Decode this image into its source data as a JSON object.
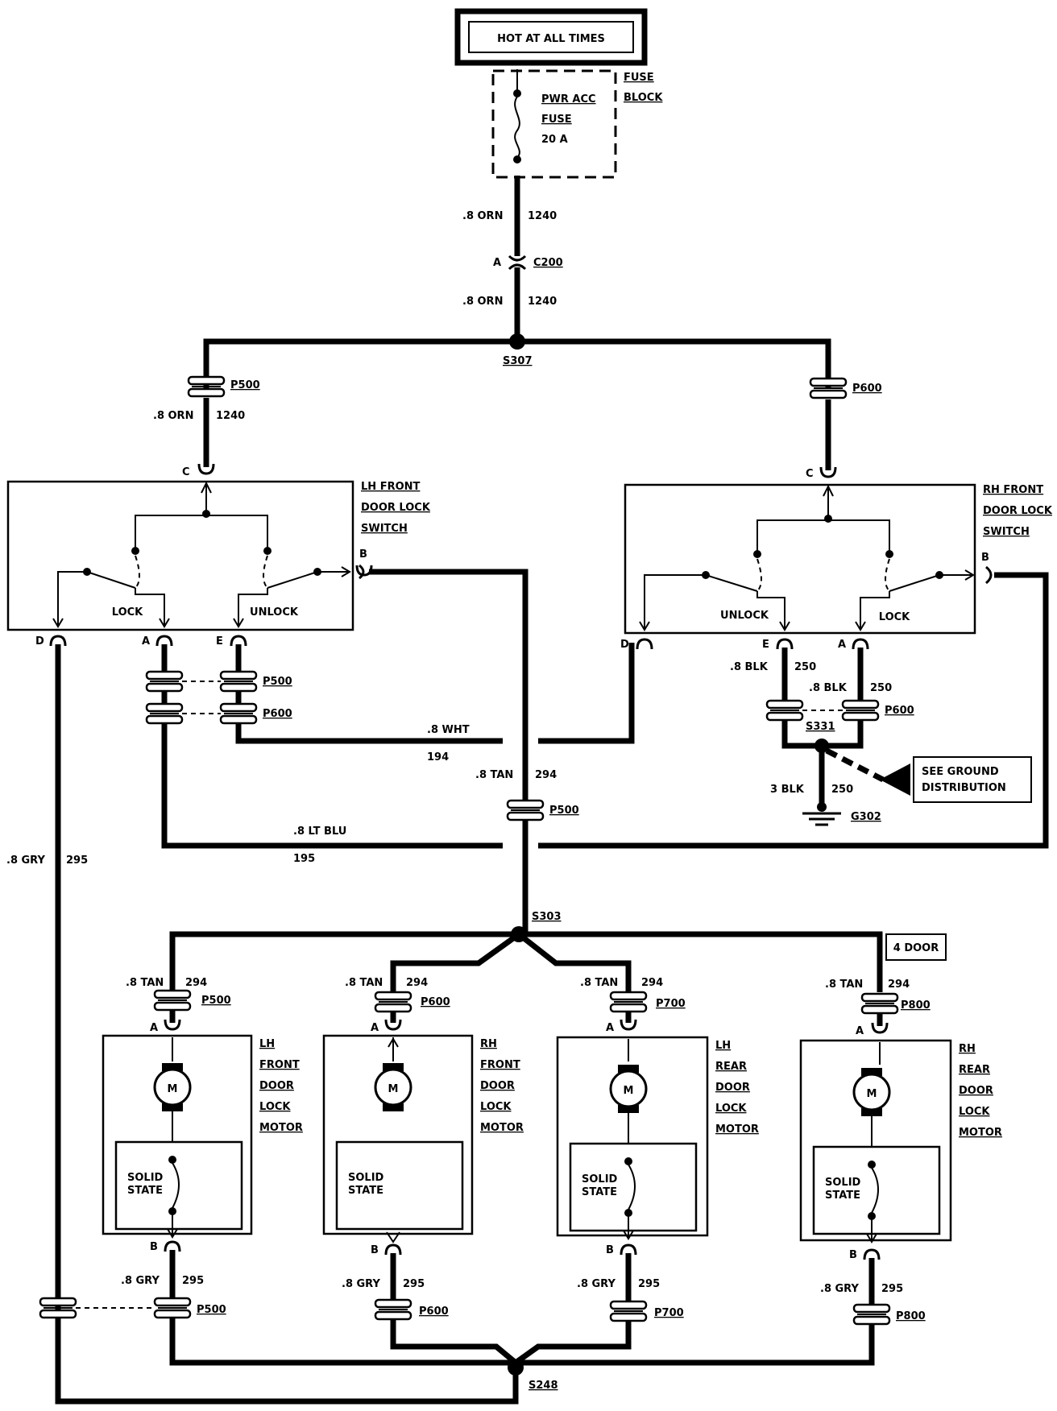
{
  "header": {
    "title": "HOT AT ALL TIMES"
  },
  "fuse_block": {
    "line1": "PWR ACC",
    "line2": "FUSE",
    "line3": "20 A",
    "block1": "FUSE",
    "block2": "BLOCK"
  },
  "wires": {
    "orn_gauge": ".8 ORN",
    "orn_circuit": "1240",
    "wht_gauge": ".8 WHT",
    "wht_circuit": "194",
    "tan_gauge": ".8 TAN",
    "tan_circuit": "294",
    "ltblu_gauge": ".8 LT BLU",
    "ltblu_circuit": "195",
    "gry_gauge": ".8 GRY",
    "gry_circuit": "295",
    "blk_gauge": ".8 BLK",
    "blk_circuit": "250",
    "blk3_gauge": "3 BLK",
    "blk3_circuit": "250"
  },
  "connectors": {
    "c200": "C200",
    "p500": "P500",
    "p600": "P600",
    "p700": "P700",
    "p800": "P800",
    "pin_a": "A",
    "pin_b": "B",
    "pin_c": "C",
    "pin_d": "D",
    "pin_e": "E"
  },
  "splices": {
    "s307": "S307",
    "s303": "S303",
    "s331": "S331",
    "s248": "S248"
  },
  "ground": {
    "g302": "G302",
    "see1": "SEE GROUND",
    "see2": "DISTRIBUTION"
  },
  "lh_switch": {
    "line1": "LH FRONT",
    "line2": "DOOR LOCK",
    "line3": "SWITCH",
    "lock": "LOCK",
    "unlock": "UNLOCK"
  },
  "rh_switch": {
    "line1": "RH FRONT",
    "line2": "DOOR LOCK",
    "line3": "SWITCH",
    "lock": "LOCK",
    "unlock": "UNLOCK"
  },
  "four_door": "4 DOOR",
  "motors": [
    {
      "l1": "LH",
      "l2": "FRONT",
      "l3": "DOOR",
      "l4": "LOCK",
      "l5": "MOTOR"
    },
    {
      "l1": "RH",
      "l2": "FRONT",
      "l3": "DOOR",
      "l4": "LOCK",
      "l5": "MOTOR"
    },
    {
      "l1": "LH",
      "l2": "REAR",
      "l3": "DOOR",
      "l4": "LOCK",
      "l5": "MOTOR"
    },
    {
      "l1": "RH",
      "l2": "REAR",
      "l3": "DOOR",
      "l4": "LOCK",
      "l5": "MOTOR"
    }
  ],
  "motor_symbol": "M",
  "solid_state": {
    "l1": "SOLID",
    "l2": "STATE"
  }
}
